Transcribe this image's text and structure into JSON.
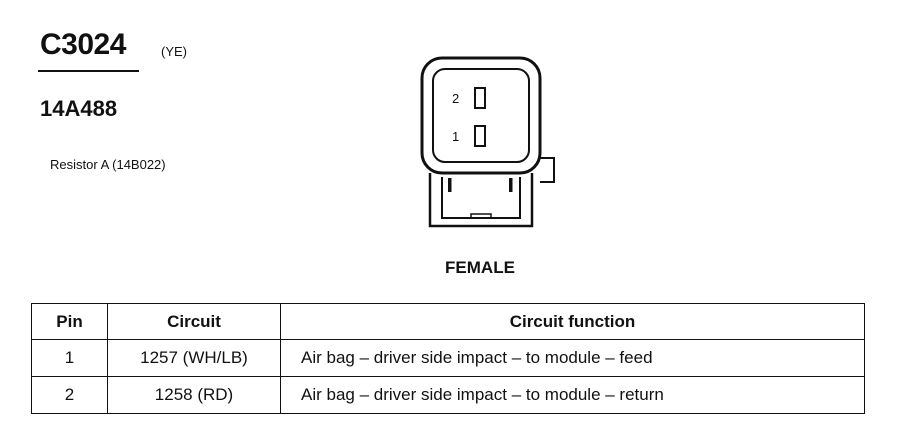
{
  "connector": {
    "id": "C3024",
    "color_code": "(YE)",
    "part_number": "14A488",
    "component": "Resistor A (14B022)",
    "gender": "FEMALE",
    "pins": [
      {
        "label": "2"
      },
      {
        "label": "1"
      }
    ]
  },
  "table": {
    "headers": {
      "pin": "Pin",
      "circuit": "Circuit",
      "function": "Circuit function"
    },
    "rows": [
      {
        "pin": "1",
        "circuit": "1257 (WH/LB)",
        "function": "Air bag – driver side impact – to module – feed"
      },
      {
        "pin": "2",
        "circuit": "1258 (RD)",
        "function": "Air bag – driver side impact – to module – return"
      }
    ]
  }
}
